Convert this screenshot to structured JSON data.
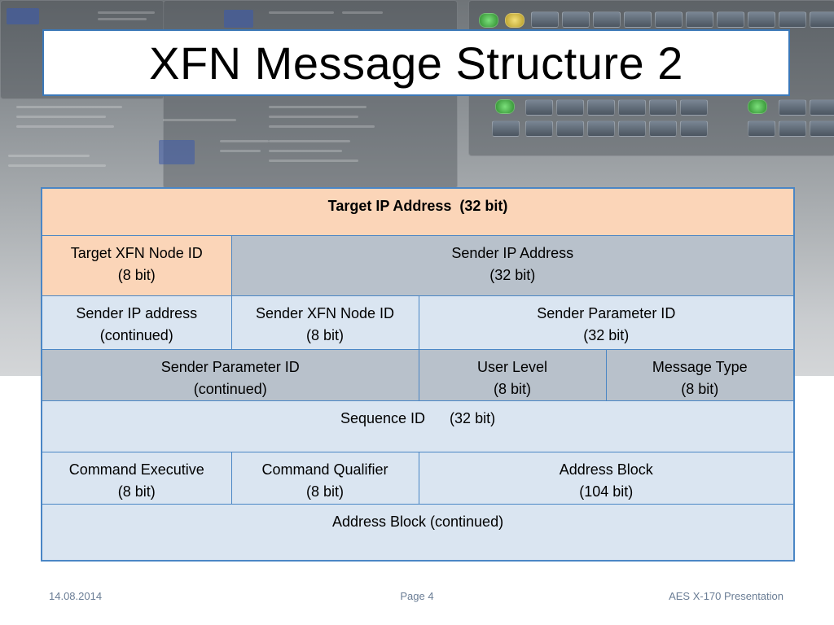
{
  "slide": {
    "title": "XFN Message Structure 2"
  },
  "structure": {
    "row1": {
      "c1": {
        "line1": "Target IP Address  (32 bit)"
      }
    },
    "row2": {
      "c1": {
        "line1": "Target XFN Node ID",
        "line2": "(8 bit)"
      },
      "c2": {
        "line1": "Sender IP Address",
        "line2": "(32 bit)"
      }
    },
    "row3": {
      "c1": {
        "line1": "Sender IP address",
        "line2": "(continued)"
      },
      "c2": {
        "line1": "Sender XFN Node ID",
        "line2": "(8 bit)"
      },
      "c3": {
        "line1": "Sender Parameter ID",
        "line2": "(32 bit)"
      }
    },
    "row4": {
      "c1": {
        "line1": "Sender Parameter ID",
        "line2": "(continued)"
      },
      "c2": {
        "line1": "User Level",
        "line2": "(8 bit)"
      },
      "c3": {
        "line1": "Message Type",
        "line2": "(8 bit)"
      }
    },
    "row5": {
      "c1": {
        "line1": "Sequence ID      (32 bit)"
      }
    },
    "row6": {
      "c1": {
        "line1": "Command Executive",
        "line2": "(8 bit)"
      },
      "c2": {
        "line1": "Command Qualifier",
        "line2": "(8 bit)"
      },
      "c3": {
        "line1": "Address Block",
        "line2": "(104 bit)"
      }
    },
    "row7": {
      "c1": {
        "line1": "Address Block (continued)"
      }
    }
  },
  "footer": {
    "date": "14.08.2014",
    "page": "Page 4",
    "presentation": "AES X-170 Presentation"
  },
  "colors": {
    "header_peach": "#fbd5b8",
    "row_gray": "#b8c1cb",
    "row_light": "#dae5f1",
    "border_blue": "#4a86c5",
    "footer_text": "#6a7d95"
  }
}
